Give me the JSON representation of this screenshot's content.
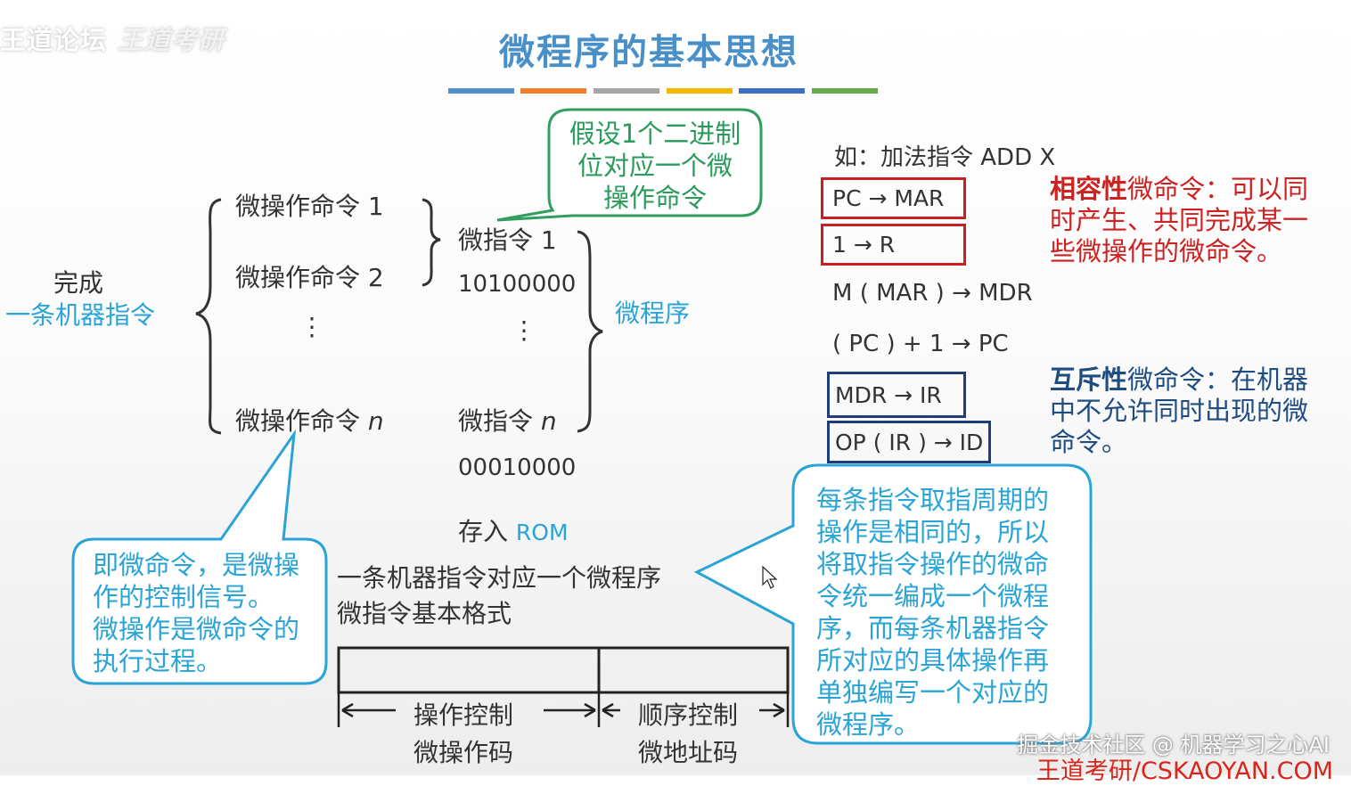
{
  "watermark": {
    "site": "王道论坛",
    "signature": "王道考研",
    "community": "掘金技术社区 @ 机器学习之心AI",
    "url": "王道考研/CSKAOYAN.COM"
  },
  "title": "微程序的基本思想",
  "stripe_colors": [
    "#4f8fd0",
    "#ef7d2a",
    "#a5a5a5",
    "#f5b800",
    "#3c6fbf",
    "#68a84a"
  ],
  "left_label": {
    "line1": "完成",
    "line2": "一条机器指令"
  },
  "micro_ops": {
    "op1": "微操作命令 1",
    "op2": "微操作命令 2",
    "dots": "⋮",
    "opn_prefix": "微操作命令 ",
    "opn_var": "n"
  },
  "micro_instructions": {
    "mi1": "微指令 1",
    "code1": "10100000",
    "dots": "⋮",
    "min_prefix": "微指令 ",
    "min_var": "n",
    "coden": "00010000"
  },
  "microprogram_label": "微程序",
  "store": {
    "prefix": "存入 ",
    "rom": "ROM"
  },
  "green_callout": {
    "line1": "假设1个二进制",
    "line2": "位对应一个微",
    "line3": "操作命令"
  },
  "example": {
    "heading": "如：加法指令 ADD  X"
  },
  "steps": {
    "s1": "PC → MAR",
    "s2": "1 → R",
    "s3": "M ( MAR ) → MDR",
    "s4": "( PC ) + 1 → PC",
    "s5": "MDR → IR",
    "s6": "OP ( IR ) → ID"
  },
  "compatible": {
    "bold": "相容性",
    "line1_rest": "微命令：可以同",
    "line2": "时产生、共同完成某一",
    "line3": "些微操作的微命令。"
  },
  "exclusive": {
    "bold": "互斥性",
    "line1_rest": "微命令：在机器",
    "line2": "中不允许同时出现的微",
    "line3": "命令。"
  },
  "left_callout": {
    "line1": "即微命令，是微操",
    "line2": "作的控制信号。",
    "line3": "微操作是微命令的",
    "line4": "执行过程。"
  },
  "center_text": {
    "line1": "一条机器指令对应一个微程序",
    "line2": "微指令基本格式"
  },
  "format": {
    "op_ctrl": "操作控制",
    "op_code": "微操作码",
    "seq_ctrl": "顺序控制",
    "addr_code": "微地址码"
  },
  "right_callout": {
    "line1": "每条指令取指周期的",
    "line2": "操作是相同的，所以",
    "line3": "将取指令操作的微命",
    "line4": "令统一编成一个微程",
    "line5": "序，而每条机器指令",
    "line6": "所对应的具体操作再",
    "line7": "单独编写一个对应的",
    "line8": "微程序。"
  }
}
